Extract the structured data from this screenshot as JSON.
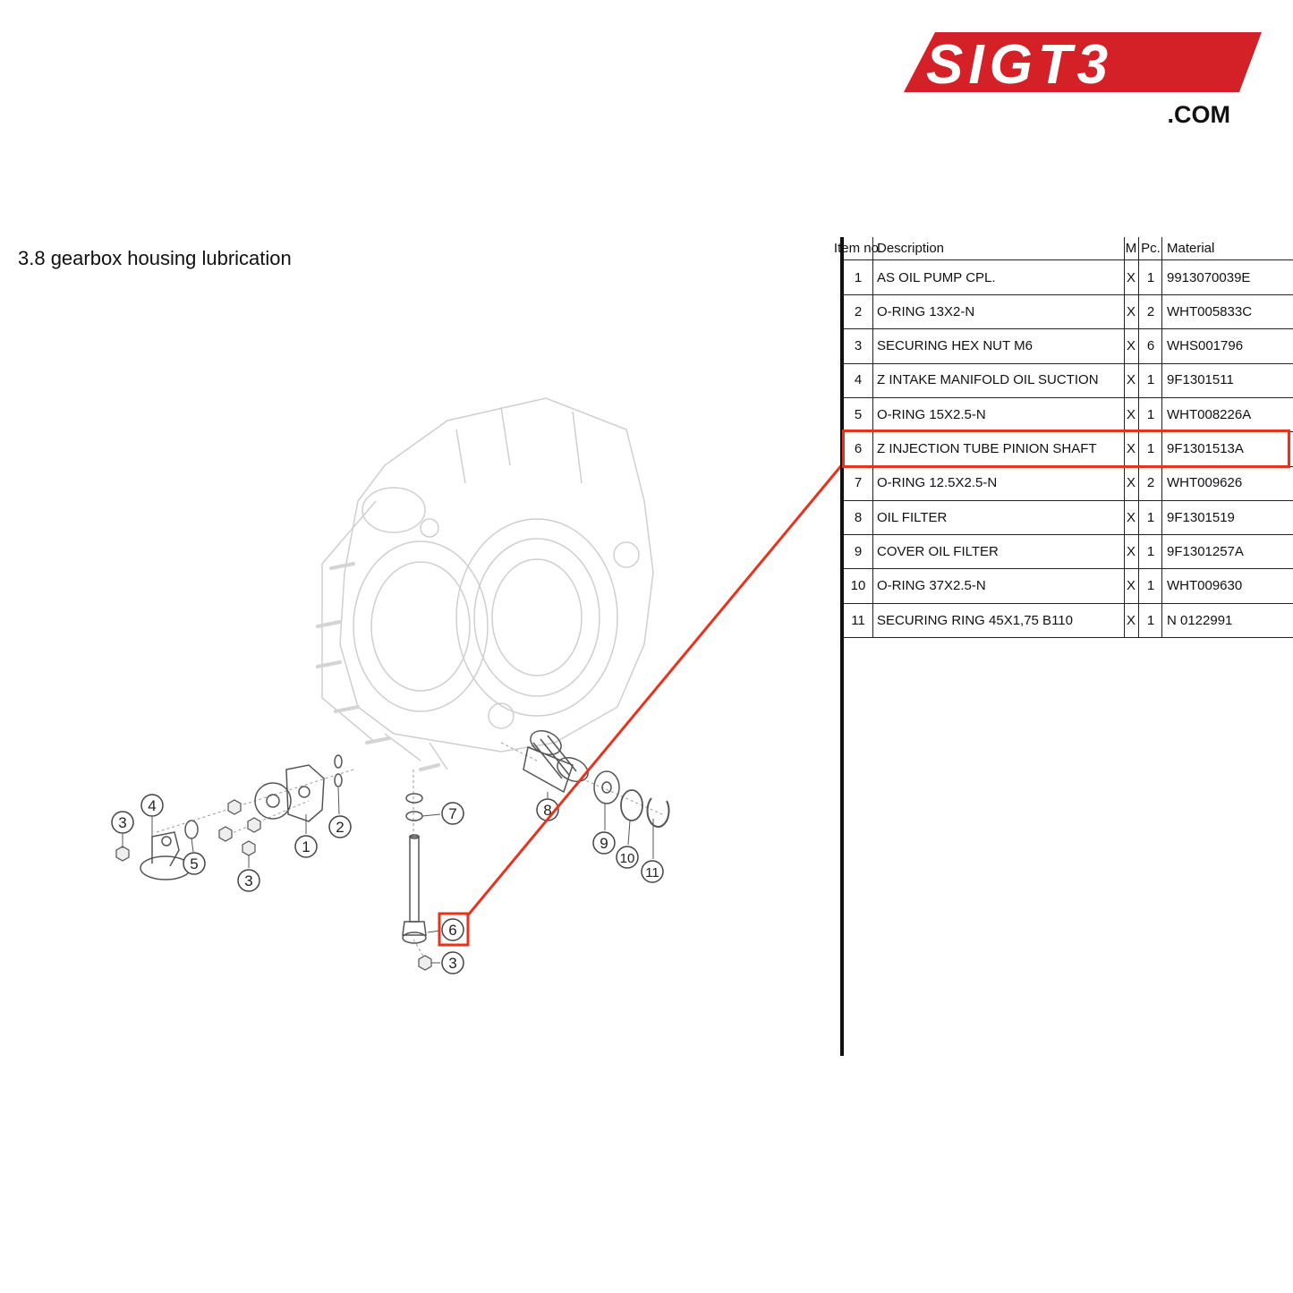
{
  "logo": {
    "text": "SIGT3",
    "suffix": ".COM",
    "color": "#d42027"
  },
  "section_title": "3.8  gearbox housing lubrication",
  "table": {
    "headers": {
      "item": "Item no.",
      "description": "Description",
      "m": "M",
      "pc": "Pc.",
      "material": "Material"
    },
    "rows": [
      {
        "item": "1",
        "description": "AS OIL PUMP CPL.",
        "m": "X",
        "pc": "1",
        "material": "9913070039E"
      },
      {
        "item": "2",
        "description": "O-RING 13X2-N",
        "m": "X",
        "pc": "2",
        "material": "WHT005833C"
      },
      {
        "item": "3",
        "description": "SECURING HEX NUT M6",
        "m": "X",
        "pc": "6",
        "material": "WHS001796"
      },
      {
        "item": "4",
        "description": "Z INTAKE MANIFOLD OIL SUCTION",
        "m": "X",
        "pc": "1",
        "material": "9F1301511"
      },
      {
        "item": "5",
        "description": "O-RING 15X2.5-N",
        "m": "X",
        "pc": "1",
        "material": "WHT008226A"
      },
      {
        "item": "6",
        "description": "Z INJECTION TUBE PINION SHAFT",
        "m": "X",
        "pc": "1",
        "material": "9F1301513A"
      },
      {
        "item": "7",
        "description": "O-RING 12.5X2.5-N",
        "m": "X",
        "pc": "2",
        "material": "WHT009626"
      },
      {
        "item": "8",
        "description": "OIL FILTER",
        "m": "X",
        "pc": "1",
        "material": "9F1301519"
      },
      {
        "item": "9",
        "description": "COVER OIL FILTER",
        "m": "X",
        "pc": "1",
        "material": "9F1301257A"
      },
      {
        "item": "10",
        "description": "O-RING 37X2.5-N",
        "m": "X",
        "pc": "1",
        "material": "WHT009630"
      },
      {
        "item": "11",
        "description": "SECURING RING 45X1,75 B110",
        "m": "X",
        "pc": "1",
        "material": "N 0122991"
      }
    ],
    "highlighted_item": "6"
  },
  "callouts": [
    "1",
    "2",
    "3",
    "3",
    "3",
    "4",
    "5",
    "6",
    "7",
    "8",
    "9",
    "10",
    "11"
  ],
  "accent_color": "#e8321e"
}
